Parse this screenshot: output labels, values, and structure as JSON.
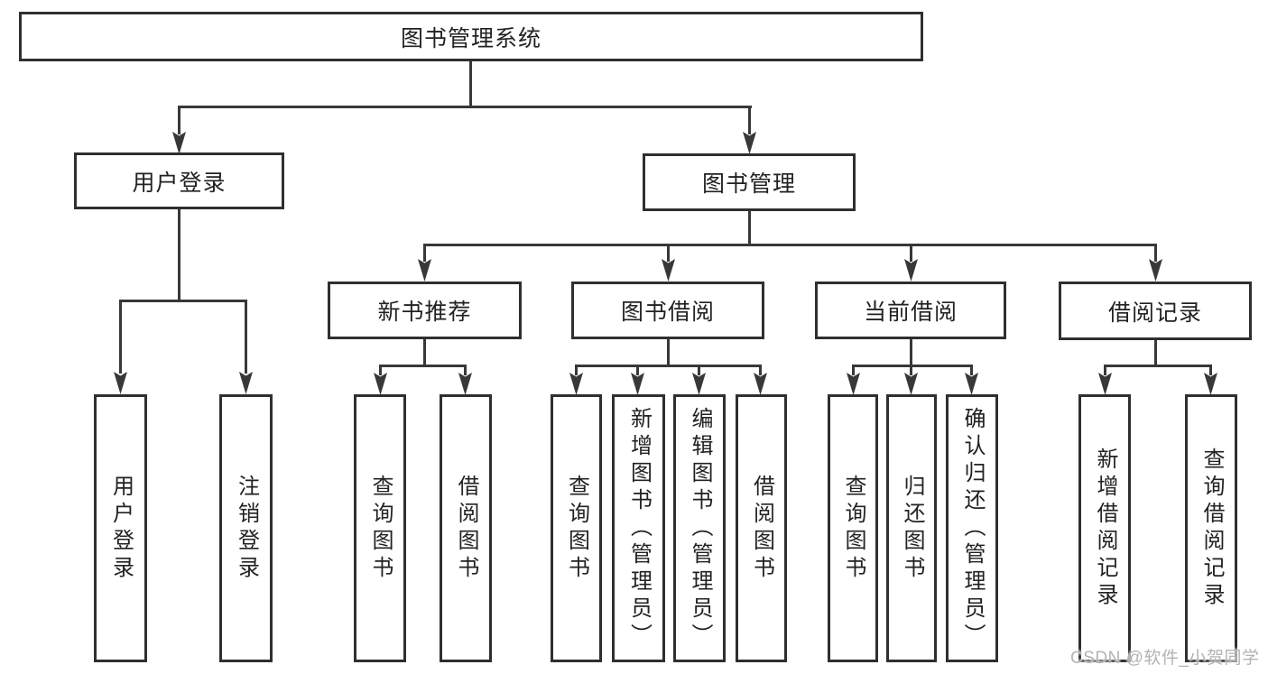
{
  "title": "图书管理系统",
  "watermark": "CSDN @软件_小贺同学",
  "colors": {
    "line": "#383838",
    "box_border": "#2f2f2f",
    "box_background": "#ffffff",
    "text": "#222222",
    "watermark": "#b3b3b3"
  },
  "nodes": {
    "root": "图书管理系统",
    "user_login": "用户登录",
    "book_mgmt": "图书管理",
    "new_book_rec": "新书推荐",
    "book_borrow": "图书借阅",
    "current_borrow": "当前借阅",
    "borrow_records": "借阅记录",
    "leaf_user_login": "用户登录",
    "leaf_logout": "注销登录",
    "leaf_nbr_query": "查询图书",
    "leaf_nbr_borrow": "借阅图书",
    "leaf_bb_query": "查询图书",
    "leaf_bb_add": "新增图书（管理员）",
    "leaf_bb_edit": "编辑图书（管理员）",
    "leaf_bb_borrow": "借阅图书",
    "leaf_cb_query": "查询图书",
    "leaf_cb_return": "归还图书",
    "leaf_cb_confirm": "确认归还（管理员）",
    "leaf_br_add": "新增借阅记录",
    "leaf_br_query": "查询借阅记录"
  },
  "tree": {
    "label": "图书管理系统",
    "children": [
      {
        "label": "用户登录",
        "children": [
          {
            "label": "用户登录"
          },
          {
            "label": "注销登录"
          }
        ]
      },
      {
        "label": "图书管理",
        "children": [
          {
            "label": "新书推荐",
            "children": [
              {
                "label": "查询图书"
              },
              {
                "label": "借阅图书"
              }
            ]
          },
          {
            "label": "图书借阅",
            "children": [
              {
                "label": "查询图书"
              },
              {
                "label": "新增图书（管理员）"
              },
              {
                "label": "编辑图书（管理员）"
              },
              {
                "label": "借阅图书"
              }
            ]
          },
          {
            "label": "当前借阅",
            "children": [
              {
                "label": "查询图书"
              },
              {
                "label": "归还图书"
              },
              {
                "label": "确认归还（管理员）"
              }
            ]
          },
          {
            "label": "借阅记录",
            "children": [
              {
                "label": "新增借阅记录"
              },
              {
                "label": "查询借阅记录"
              }
            ]
          }
        ]
      }
    ]
  }
}
